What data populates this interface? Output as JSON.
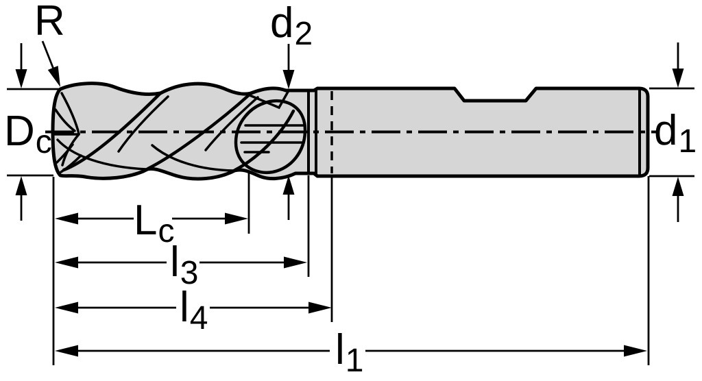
{
  "colors": {
    "background": "#ffffff",
    "ink": "#000000",
    "tool_fill": "#d6d6d6"
  },
  "labels": {
    "corner_radius": {
      "main": "R",
      "sub": ""
    },
    "neck_diameter": {
      "main": "d",
      "sub": "2"
    },
    "cutting_diameter": {
      "main": "D",
      "sub": "c"
    },
    "shank_diameter": {
      "main": "d",
      "sub": "1"
    },
    "cutting_length": {
      "main": "L",
      "sub": "c"
    },
    "length_l3": {
      "main": "l",
      "sub": "3"
    },
    "length_l4": {
      "main": "l",
      "sub": "4"
    },
    "overall_length": {
      "main": "l",
      "sub": "1"
    }
  }
}
